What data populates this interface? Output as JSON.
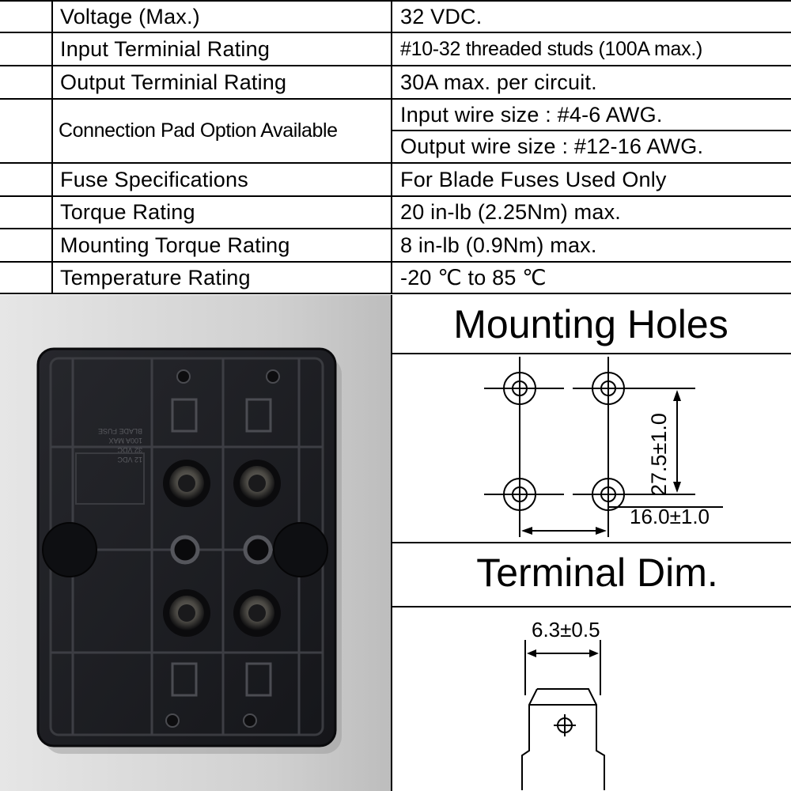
{
  "specs": {
    "rows": [
      {
        "label": "Voltage (Max.)",
        "value": "32 VDC."
      },
      {
        "label": "Input Terminial Rating",
        "value": "#10-32 threaded studs (100A max.)"
      },
      {
        "label": "Output Terminial Rating",
        "value": "30A max. per circuit."
      },
      {
        "label": "Connection Pad Option Available",
        "value": "Input wire size : #4-6 AWG.",
        "value2": "Output wire size : #12-16 AWG."
      },
      {
        "label": "Fuse Specifications",
        "value": "For Blade Fuses Used Only"
      },
      {
        "label": "Torque Rating",
        "value": "20 in-lb (2.25Nm) max."
      },
      {
        "label": "Mounting Torque Rating",
        "value": "8 in-lb (0.9Nm) max."
      },
      {
        "label": "Temperature Rating",
        "value": "-20 ℃ to 85 ℃"
      }
    ]
  },
  "diagrams": {
    "mounting_title": "Mounting Holes",
    "mounting_height_dim": "27.5±1.0",
    "mounting_width_dim": "16.0±1.0",
    "terminal_title": "Terminal Dim.",
    "terminal_width_dim": "6.3±0.5"
  },
  "photo": {
    "embossed_lines": [
      "12 VDC",
      "32 VDC",
      "100A MAX",
      "BLADE FUSE"
    ]
  },
  "colors": {
    "lines": "#000000",
    "block_body": "#1b1c20",
    "background": "#ffffff"
  }
}
